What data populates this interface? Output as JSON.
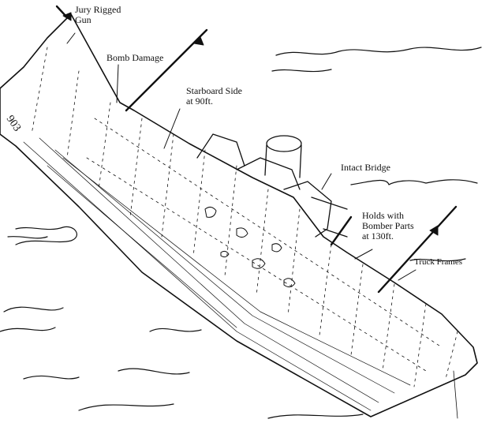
{
  "labels": {
    "jury_rigged_gun": [
      "Jury Rigged",
      "Gun"
    ],
    "bomb_damage": "Bomb Damage",
    "starboard_side": [
      "Starboard Side",
      "at 90ft."
    ],
    "intact_bridge": "Intact Bridge",
    "holds": [
      "Holds with",
      "Bomber Parts",
      "at 130ft."
    ],
    "truck_frames": "Truck Frames"
  },
  "colors": {
    "ink": "#111111",
    "paper": "#ffffff"
  }
}
